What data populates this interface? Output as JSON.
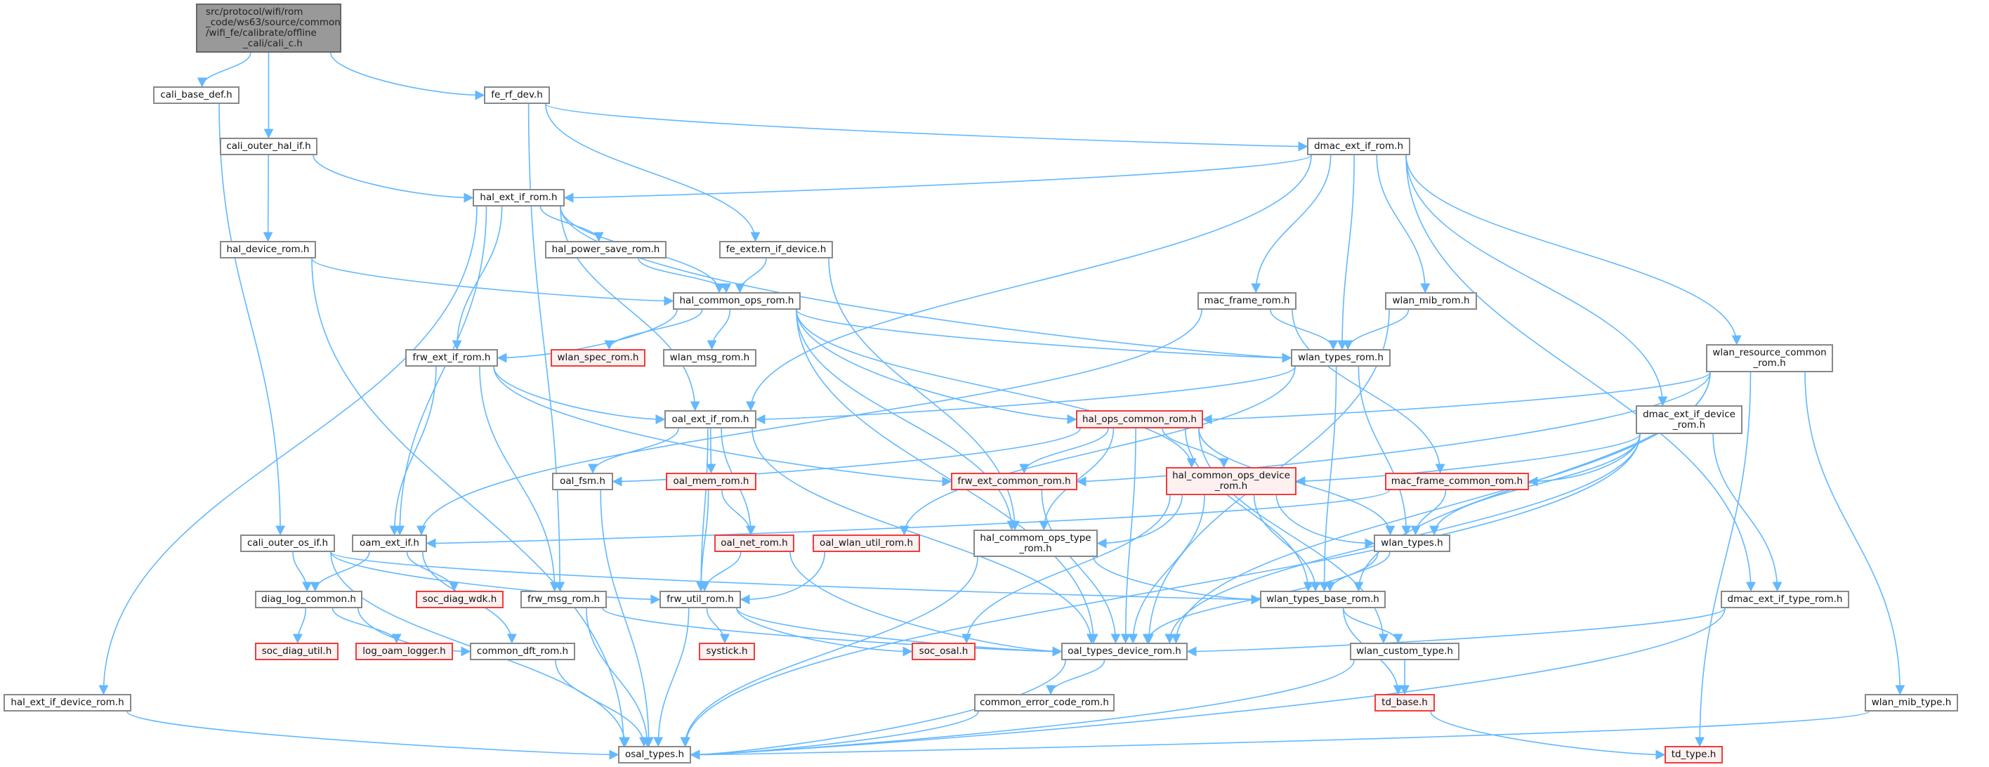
{
  "colors": {
    "edge": "#63b8ff",
    "node_border": "#888888",
    "root_fill": "#999999",
    "truncated_border": "#f03c3c",
    "truncated_fill": "#fff0f0"
  },
  "nodes": [
    {
      "id": "root",
      "kind": "root",
      "lines": [
        "src/protocol/wifi/rom",
        "_code/ws63/source/common",
        "/wifi_fe/calibrate/offline",
        "_cali/cali_c.h"
      ]
    },
    {
      "id": "cali_base_def",
      "kind": "normal",
      "lines": [
        "cali_base_def.h"
      ]
    },
    {
      "id": "fe_rf_dev",
      "kind": "normal",
      "lines": [
        "fe_rf_dev.h"
      ]
    },
    {
      "id": "cali_outer_hal_if",
      "kind": "normal",
      "lines": [
        "cali_outer_hal_if.h"
      ]
    },
    {
      "id": "dmac_ext_if_rom",
      "kind": "normal",
      "lines": [
        "dmac_ext_if_rom.h"
      ]
    },
    {
      "id": "hal_ext_if_rom",
      "kind": "normal",
      "lines": [
        "hal_ext_if_rom.h"
      ]
    },
    {
      "id": "hal_device_rom",
      "kind": "normal",
      "lines": [
        "hal_device_rom.h"
      ]
    },
    {
      "id": "hal_power_save_rom",
      "kind": "normal",
      "lines": [
        "hal_power_save_rom.h"
      ]
    },
    {
      "id": "fe_extern_if_device",
      "kind": "normal",
      "lines": [
        "fe_extern_if_device.h"
      ]
    },
    {
      "id": "hal_common_ops_rom",
      "kind": "normal",
      "lines": [
        "hal_common_ops_rom.h"
      ]
    },
    {
      "id": "mac_frame_rom",
      "kind": "normal",
      "lines": [
        "mac_frame_rom.h"
      ]
    },
    {
      "id": "wlan_mib_rom",
      "kind": "normal",
      "lines": [
        "wlan_mib_rom.h"
      ]
    },
    {
      "id": "frw_ext_if_rom",
      "kind": "normal",
      "lines": [
        "frw_ext_if_rom.h"
      ]
    },
    {
      "id": "wlan_spec_rom",
      "kind": "trunc",
      "lines": [
        "wlan_spec_rom.h"
      ]
    },
    {
      "id": "wlan_msg_rom",
      "kind": "normal",
      "lines": [
        "wlan_msg_rom.h"
      ]
    },
    {
      "id": "wlan_types_rom",
      "kind": "normal",
      "lines": [
        "wlan_types_rom.h"
      ]
    },
    {
      "id": "wlan_resource_common_rom",
      "kind": "normal",
      "lines": [
        "wlan_resource_common",
        "_rom.h"
      ]
    },
    {
      "id": "oal_ext_if_rom",
      "kind": "normal",
      "lines": [
        "oal_ext_if_rom.h"
      ]
    },
    {
      "id": "hal_ops_common_rom",
      "kind": "trunc",
      "lines": [
        "hal_ops_common_rom.h"
      ]
    },
    {
      "id": "dmac_ext_if_device_rom",
      "kind": "normal",
      "lines": [
        "dmac_ext_if_device",
        "_rom.h"
      ]
    },
    {
      "id": "oal_fsm",
      "kind": "normal",
      "lines": [
        "oal_fsm.h"
      ]
    },
    {
      "id": "oal_mem_rom",
      "kind": "trunc",
      "lines": [
        "oal_mem_rom.h"
      ]
    },
    {
      "id": "frw_ext_common_rom",
      "kind": "trunc",
      "lines": [
        "frw_ext_common_rom.h"
      ]
    },
    {
      "id": "hal_common_ops_device_rom",
      "kind": "trunc",
      "lines": [
        "hal_common_ops_device",
        "_rom.h"
      ]
    },
    {
      "id": "mac_frame_common_rom",
      "kind": "trunc",
      "lines": [
        "mac_frame_common_rom.h"
      ]
    },
    {
      "id": "cali_outer_os_if",
      "kind": "normal",
      "lines": [
        "cali_outer_os_if.h"
      ]
    },
    {
      "id": "oam_ext_if",
      "kind": "normal",
      "lines": [
        "oam_ext_if.h"
      ]
    },
    {
      "id": "oal_net_rom",
      "kind": "trunc",
      "lines": [
        "oal_net_rom.h"
      ]
    },
    {
      "id": "oal_wlan_util_rom",
      "kind": "trunc",
      "lines": [
        "oal_wlan_util_rom.h"
      ]
    },
    {
      "id": "hal_commom_ops_type_rom",
      "kind": "normal",
      "lines": [
        "hal_commom_ops_type",
        "_rom.h"
      ]
    },
    {
      "id": "wlan_types",
      "kind": "normal",
      "lines": [
        "wlan_types.h"
      ]
    },
    {
      "id": "diag_log_common",
      "kind": "normal",
      "lines": [
        "diag_log_common.h"
      ]
    },
    {
      "id": "soc_diag_wdk",
      "kind": "trunc",
      "lines": [
        "soc_diag_wdk.h"
      ]
    },
    {
      "id": "frw_msg_rom",
      "kind": "normal",
      "lines": [
        "frw_msg_rom.h"
      ]
    },
    {
      "id": "frw_util_rom",
      "kind": "normal",
      "lines": [
        "frw_util_rom.h"
      ]
    },
    {
      "id": "wlan_types_base_rom",
      "kind": "normal",
      "lines": [
        "wlan_types_base_rom.h"
      ]
    },
    {
      "id": "dmac_ext_if_type_rom",
      "kind": "normal",
      "lines": [
        "dmac_ext_if_type_rom.h"
      ]
    },
    {
      "id": "soc_diag_util",
      "kind": "trunc",
      "lines": [
        "soc_diag_util.h"
      ]
    },
    {
      "id": "log_oam_logger",
      "kind": "trunc",
      "lines": [
        "log_oam_logger.h"
      ]
    },
    {
      "id": "common_dft_rom",
      "kind": "normal",
      "lines": [
        "common_dft_rom.h"
      ]
    },
    {
      "id": "systick",
      "kind": "trunc",
      "lines": [
        "systick.h"
      ]
    },
    {
      "id": "soc_osal",
      "kind": "trunc",
      "lines": [
        "soc_osal.h"
      ]
    },
    {
      "id": "oal_types_device_rom",
      "kind": "normal",
      "lines": [
        "oal_types_device_rom.h"
      ]
    },
    {
      "id": "wlan_custom_type",
      "kind": "normal",
      "lines": [
        "wlan_custom_type.h"
      ]
    },
    {
      "id": "hal_ext_if_device_rom",
      "kind": "normal",
      "lines": [
        "hal_ext_if_device_rom.h"
      ]
    },
    {
      "id": "common_error_code_rom",
      "kind": "normal",
      "lines": [
        "common_error_code_rom.h"
      ]
    },
    {
      "id": "td_base",
      "kind": "trunc",
      "lines": [
        "td_base.h"
      ]
    },
    {
      "id": "wlan_mib_type",
      "kind": "normal",
      "lines": [
        "wlan_mib_type.h"
      ]
    },
    {
      "id": "osal_types",
      "kind": "normal",
      "lines": [
        "osal_types.h"
      ]
    },
    {
      "id": "td_type",
      "kind": "trunc",
      "lines": [
        "td_type.h"
      ]
    }
  ],
  "edges": [
    [
      "root",
      "cali_base_def"
    ],
    [
      "root",
      "cali_outer_hal_if"
    ],
    [
      "root",
      "fe_rf_dev"
    ],
    [
      "cali_base_def",
      "cali_outer_os_if"
    ],
    [
      "fe_rf_dev",
      "dmac_ext_if_rom"
    ],
    [
      "fe_rf_dev",
      "fe_extern_if_device"
    ],
    [
      "fe_rf_dev",
      "frw_msg_rom"
    ],
    [
      "cali_outer_hal_if",
      "hal_ext_if_rom"
    ],
    [
      "cali_outer_hal_if",
      "hal_device_rom"
    ],
    [
      "dmac_ext_if_rom",
      "hal_ext_if_rom"
    ],
    [
      "dmac_ext_if_rom",
      "oal_ext_if_rom"
    ],
    [
      "dmac_ext_if_rom",
      "mac_frame_rom"
    ],
    [
      "dmac_ext_if_rom",
      "wlan_types_rom"
    ],
    [
      "dmac_ext_if_rom",
      "wlan_mib_rom"
    ],
    [
      "dmac_ext_if_rom",
      "dmac_ext_if_device_rom"
    ],
    [
      "dmac_ext_if_rom",
      "wlan_resource_common_rom"
    ],
    [
      "dmac_ext_if_rom",
      "dmac_ext_if_type_rom"
    ],
    [
      "hal_ext_if_rom",
      "hal_ext_if_device_rom"
    ],
    [
      "hal_ext_if_rom",
      "oam_ext_if"
    ],
    [
      "hal_ext_if_rom",
      "oal_ext_if_rom"
    ],
    [
      "hal_ext_if_rom",
      "frw_ext_if_rom"
    ],
    [
      "hal_ext_if_rom",
      "hal_power_save_rom"
    ],
    [
      "hal_ext_if_rom",
      "hal_common_ops_rom"
    ],
    [
      "hal_ext_if_rom",
      "wlan_types_rom"
    ],
    [
      "hal_device_rom",
      "hal_common_ops_rom"
    ],
    [
      "hal_device_rom",
      "osal_types"
    ],
    [
      "hal_power_save_rom",
      "hal_common_ops_rom"
    ],
    [
      "fe_extern_if_device",
      "hal_common_ops_rom"
    ],
    [
      "fe_extern_if_device",
      "hal_commom_ops_type_rom"
    ],
    [
      "hal_common_ops_rom",
      "frw_ext_if_rom"
    ],
    [
      "hal_common_ops_rom",
      "wlan_spec_rom"
    ],
    [
      "hal_common_ops_rom",
      "wlan_msg_rom"
    ],
    [
      "hal_common_ops_rom",
      "wlan_types_rom"
    ],
    [
      "hal_common_ops_rom",
      "hal_ops_common_rom"
    ],
    [
      "hal_common_ops_rom",
      "hal_common_ops_device_rom"
    ],
    [
      "hal_common_ops_rom",
      "hal_commom_ops_type_rom"
    ],
    [
      "hal_common_ops_rom",
      "oal_types_device_rom"
    ],
    [
      "mac_frame_rom",
      "wlan_types_rom"
    ],
    [
      "mac_frame_rom",
      "oam_ext_if"
    ],
    [
      "mac_frame_rom",
      "mac_frame_common_rom"
    ],
    [
      "wlan_mib_rom",
      "wlan_types_rom"
    ],
    [
      "wlan_mib_rom",
      "oal_types_device_rom"
    ],
    [
      "frw_ext_if_rom",
      "oal_ext_if_rom"
    ],
    [
      "frw_ext_if_rom",
      "frw_ext_common_rom"
    ],
    [
      "frw_ext_if_rom",
      "oam_ext_if"
    ],
    [
      "frw_ext_if_rom",
      "frw_msg_rom"
    ],
    [
      "wlan_types_rom",
      "oal_ext_if_rom"
    ],
    [
      "wlan_types_rom",
      "oal_wlan_util_rom"
    ],
    [
      "wlan_types_rom",
      "wlan_types"
    ],
    [
      "wlan_types_rom",
      "wlan_types_base_rom"
    ],
    [
      "wlan_resource_common_rom",
      "frw_ext_common_rom"
    ],
    [
      "wlan_resource_common_rom",
      "hal_ops_common_rom"
    ],
    [
      "wlan_resource_common_rom",
      "wlan_types_base_rom"
    ],
    [
      "wlan_resource_common_rom",
      "oal_types_device_rom"
    ],
    [
      "wlan_resource_common_rom",
      "wlan_mib_type"
    ],
    [
      "wlan_resource_common_rom",
      "td_type"
    ],
    [
      "oal_ext_if_rom",
      "oal_fsm"
    ],
    [
      "oal_ext_if_rom",
      "oal_mem_rom"
    ],
    [
      "oal_ext_if_rom",
      "oal_net_rom"
    ],
    [
      "oal_ext_if_rom",
      "frw_util_rom"
    ],
    [
      "oal_ext_if_rom",
      "oal_types_device_rom"
    ],
    [
      "hal_ops_common_rom",
      "oal_fsm"
    ],
    [
      "hal_ops_common_rom",
      "frw_ext_common_rom"
    ],
    [
      "hal_ops_common_rom",
      "hal_commom_ops_type_rom"
    ],
    [
      "hal_ops_common_rom",
      "hal_common_ops_device_rom"
    ],
    [
      "hal_ops_common_rom",
      "oal_types_device_rom"
    ],
    [
      "hal_ops_common_rom",
      "wlan_types"
    ],
    [
      "hal_ops_common_rom",
      "wlan_types_base_rom"
    ],
    [
      "hal_ops_common_rom",
      "wlan_custom_type"
    ],
    [
      "dmac_ext_if_device_rom",
      "hal_common_ops_device_rom"
    ],
    [
      "dmac_ext_if_device_rom",
      "mac_frame_common_rom"
    ],
    [
      "dmac_ext_if_device_rom",
      "wlan_types"
    ],
    [
      "dmac_ext_if_device_rom",
      "dmac_ext_if_type_rom"
    ],
    [
      "dmac_ext_if_device_rom",
      "oal_types_device_rom"
    ],
    [
      "dmac_ext_if_device_rom",
      "osal_types"
    ],
    [
      "oal_fsm",
      "osal_types"
    ],
    [
      "oal_mem_rom",
      "oal_net_rom"
    ],
    [
      "oal_mem_rom",
      "frw_util_rom"
    ],
    [
      "frw_ext_common_rom",
      "oal_types_device_rom"
    ],
    [
      "hal_common_ops_device_rom",
      "hal_commom_ops_type_rom"
    ],
    [
      "hal_common_ops_device_rom",
      "wlan_types"
    ],
    [
      "hal_common_ops_device_rom",
      "wlan_types_base_rom"
    ],
    [
      "hal_common_ops_device_rom",
      "oal_types_device_rom"
    ],
    [
      "hal_common_ops_device_rom",
      "soc_osal"
    ],
    [
      "mac_frame_common_rom",
      "oam_ext_if"
    ],
    [
      "mac_frame_common_rom",
      "wlan_types"
    ],
    [
      "cali_outer_os_if",
      "diag_log_common"
    ],
    [
      "cali_outer_os_if",
      "frw_util_rom"
    ],
    [
      "cali_outer_os_if",
      "wlan_types_base_rom"
    ],
    [
      "cali_outer_os_if",
      "osal_types"
    ],
    [
      "oam_ext_if",
      "diag_log_common"
    ],
    [
      "oam_ext_if",
      "soc_diag_wdk"
    ],
    [
      "oam_ext_if",
      "common_dft_rom"
    ],
    [
      "oal_net_rom",
      "frw_util_rom"
    ],
    [
      "oal_net_rom",
      "oal_types_device_rom"
    ],
    [
      "oal_wlan_util_rom",
      "frw_util_rom"
    ],
    [
      "hal_commom_ops_type_rom",
      "osal_types"
    ],
    [
      "hal_commom_ops_type_rom",
      "wlan_types_base_rom"
    ],
    [
      "wlan_types",
      "wlan_types_base_rom"
    ],
    [
      "wlan_types",
      "oal_types_device_rom"
    ],
    [
      "diag_log_common",
      "soc_diag_util"
    ],
    [
      "diag_log_common",
      "log_oam_logger"
    ],
    [
      "diag_log_common",
      "common_dft_rom"
    ],
    [
      "frw_msg_rom",
      "osal_types"
    ],
    [
      "frw_msg_rom",
      "oal_types_device_rom"
    ],
    [
      "frw_util_rom",
      "systick"
    ],
    [
      "frw_util_rom",
      "soc_osal"
    ],
    [
      "frw_util_rom",
      "osal_types"
    ],
    [
      "frw_util_rom",
      "oal_types_device_rom"
    ],
    [
      "wlan_types_base_rom",
      "wlan_custom_type"
    ],
    [
      "wlan_types_base_rom",
      "td_base"
    ],
    [
      "dmac_ext_if_type_rom",
      "oal_types_device_rom"
    ],
    [
      "dmac_ext_if_type_rom",
      "osal_types"
    ],
    [
      "common_dft_rom",
      "osal_types"
    ],
    [
      "oal_types_device_rom",
      "common_error_code_rom"
    ],
    [
      "oal_types_device_rom",
      "osal_types"
    ],
    [
      "wlan_custom_type",
      "td_base"
    ],
    [
      "wlan_custom_type",
      "osal_types"
    ],
    [
      "hal_ext_if_device_rom",
      "osal_types"
    ],
    [
      "common_error_code_rom",
      "osal_types"
    ],
    [
      "td_base",
      "td_type"
    ],
    [
      "wlan_mib_type",
      "osal_types"
    ]
  ]
}
